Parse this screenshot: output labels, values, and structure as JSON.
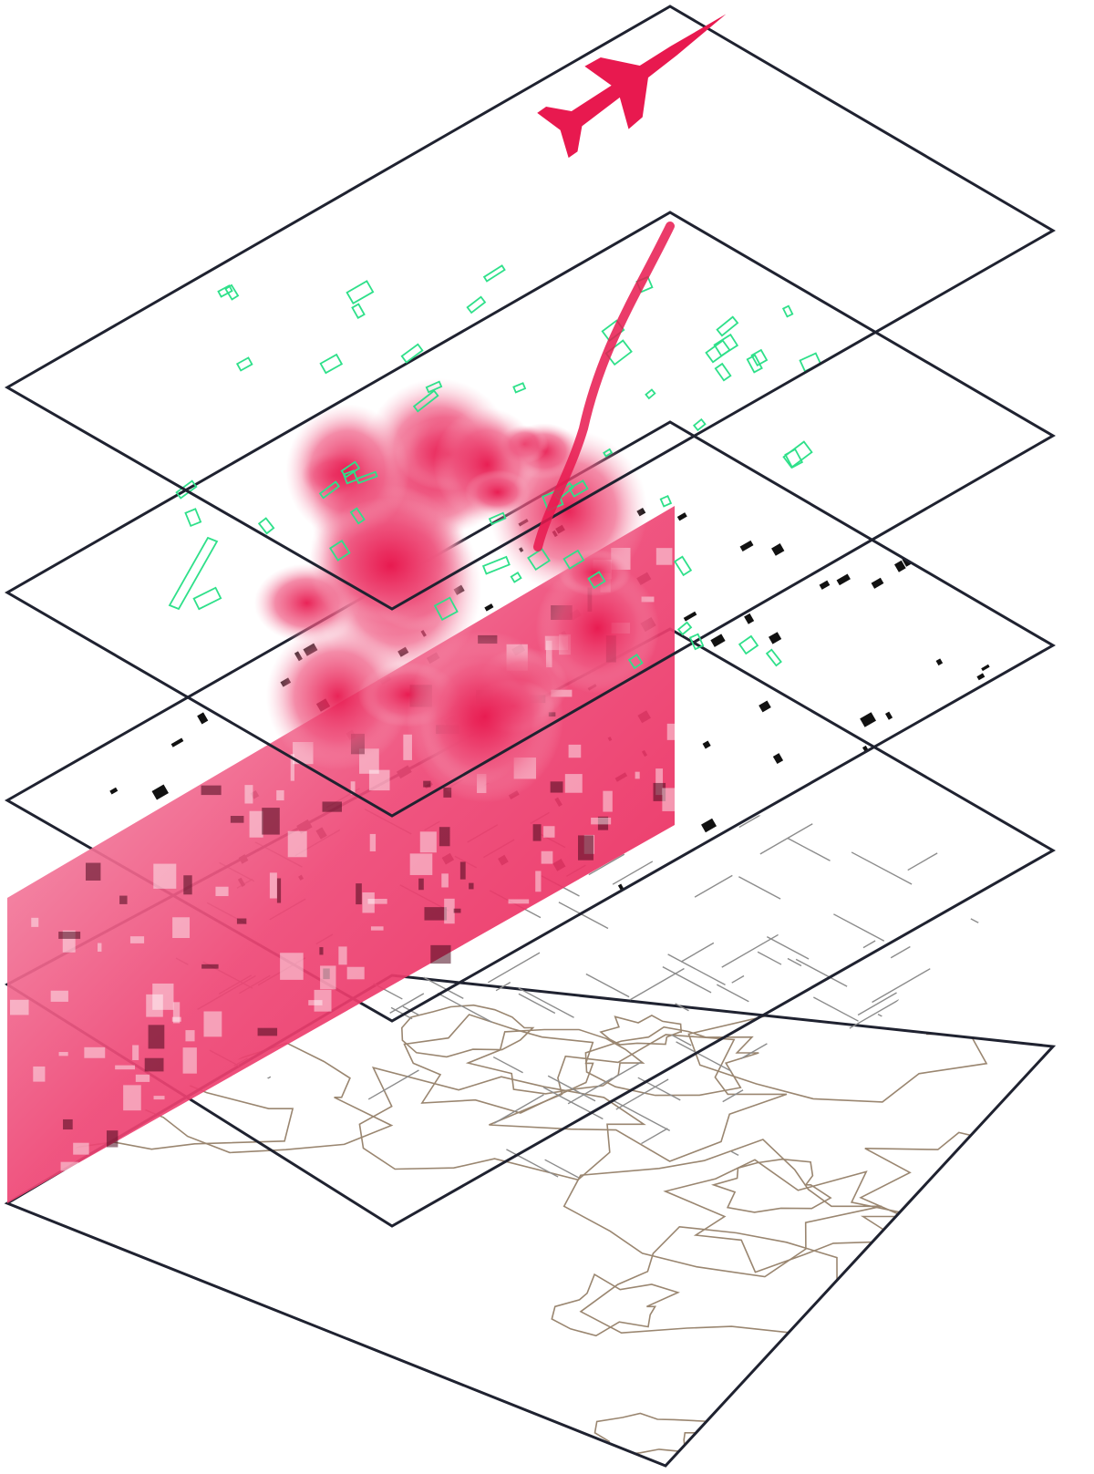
{
  "diagram": {
    "kind": "exploded-axonometric-layers",
    "layer_count": 5,
    "layers": [
      {
        "id": "aircraft-layer",
        "content": "aircraft"
      },
      {
        "id": "strike-outlines-layer",
        "content": "green-outlines"
      },
      {
        "id": "damaged-buildings-layer",
        "content": "black-building-footprints"
      },
      {
        "id": "street-network-layer",
        "content": "gray-streets"
      },
      {
        "id": "terrain-contour-layer",
        "content": "brown-contours"
      }
    ],
    "frame_color": "#1f2230",
    "colors": {
      "explosion": "#e8194f",
      "explosion_light": "#f4a6bb",
      "outlines": "#2fe08a",
      "buildings": "#111111",
      "streets": "#8c8c8c",
      "contours": "#9a8670",
      "background": "#ffffff"
    },
    "icons": [
      "fighter-jet-icon"
    ]
  }
}
